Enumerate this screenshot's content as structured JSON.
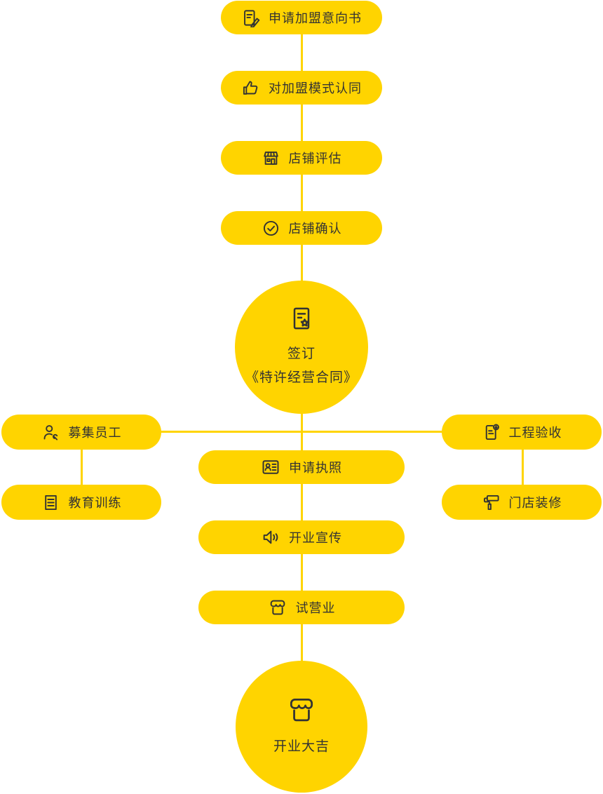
{
  "colors": {
    "accent": "#FFD400",
    "text": "#333333",
    "background": "#FFFFFF"
  },
  "flow": {
    "nodes": [
      {
        "id": "intent",
        "label": "申请加盟意向书",
        "icon": "edit-document-icon"
      },
      {
        "id": "agree",
        "label": "对加盟模式认同",
        "icon": "thumbs-up-icon"
      },
      {
        "id": "evaluate",
        "label": "店铺评估",
        "icon": "storefront-icon"
      },
      {
        "id": "confirm",
        "label": "店铺确认",
        "icon": "check-circle-icon"
      },
      {
        "id": "sign",
        "label_line1": "签订",
        "label_line2": "《特许经营合同》",
        "icon": "contract-star-icon"
      },
      {
        "id": "recruit",
        "label": "募集员工",
        "icon": "person-wrench-icon"
      },
      {
        "id": "training",
        "label": "教育训练",
        "icon": "notebook-icon"
      },
      {
        "id": "inspection",
        "label": "工程验收",
        "icon": "document-seal-icon"
      },
      {
        "id": "renovation",
        "label": "门店装修",
        "icon": "paint-roller-icon"
      },
      {
        "id": "license",
        "label": "申请执照",
        "icon": "id-card-icon"
      },
      {
        "id": "publicity",
        "label": "开业宣传",
        "icon": "speaker-icon"
      },
      {
        "id": "trial",
        "label": "试营业",
        "icon": "shop-awning-icon"
      },
      {
        "id": "opening",
        "label": "开业大吉",
        "icon": "shop-awning-icon"
      }
    ]
  }
}
